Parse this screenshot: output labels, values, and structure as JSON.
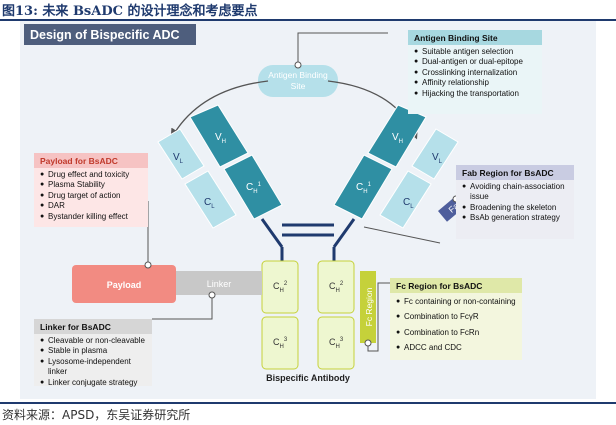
{
  "figure": {
    "title": "图13: 未来 BsADC 的设计理念和考虑要点",
    "source": "资料来源：APSD，东吴证券研究所"
  },
  "diagram": {
    "title": "Design of Bispecific ADC",
    "labels": {
      "antigen_binding_site": "Antigen Binding Site",
      "vh": "V",
      "vl": "V",
      "ch1": "C",
      "cl": "C",
      "ch2": "C",
      "ch3": "C",
      "sub_h": "H",
      "sub_l": "L",
      "sup_1": "1",
      "sup_2": "2",
      "sup_3": "3",
      "fab_region": "Fab Region",
      "fc_region": "Fc Region",
      "payload": "Payload",
      "linker": "Linker",
      "bispecific_antibody": "Bispecific Antibody"
    },
    "colors": {
      "title_bg": "#4e5e7d",
      "light_blue": "#b5e0ea",
      "dark_teal": "#2f8fa3",
      "payload_red": "#f28b82",
      "linker_gray": "#c8c8c8",
      "fab_tag": "#4e5e9c",
      "fc_tag": "#c5d13a",
      "hinge": "#1f3a6e"
    }
  },
  "boxes": {
    "antigen": {
      "title": "Antigen Binding Site",
      "items": [
        "Suitable antigen selection",
        "Dual-antigen or dual-epitope",
        "Crosslinking internalization",
        "Affinity relationship",
        "Hijacking the transportation"
      ]
    },
    "payload": {
      "title": "Payload for BsADC",
      "items": [
        "Drug effect and toxicity",
        "Plasma Stability",
        "Drug target of action",
        "DAR",
        "Bystander killing effect"
      ]
    },
    "fab": {
      "title": "Fab Region for BsADC",
      "items": [
        "Avoiding chain-association issue",
        "Broadening the skeleton",
        "BsAb generation strategy"
      ]
    },
    "fc": {
      "title": "Fc Region for BsADC",
      "items": [
        "Fc containing or non-containing",
        "Combination to FcγR",
        "Combination to FcRn",
        "ADCC and CDC"
      ]
    },
    "linker": {
      "title": "Linker for BsADC",
      "items": [
        "Cleavable or non-cleavable",
        "Stable in plasma",
        "Lysosome-independent linker",
        "Linker conjugate strategy"
      ]
    }
  }
}
